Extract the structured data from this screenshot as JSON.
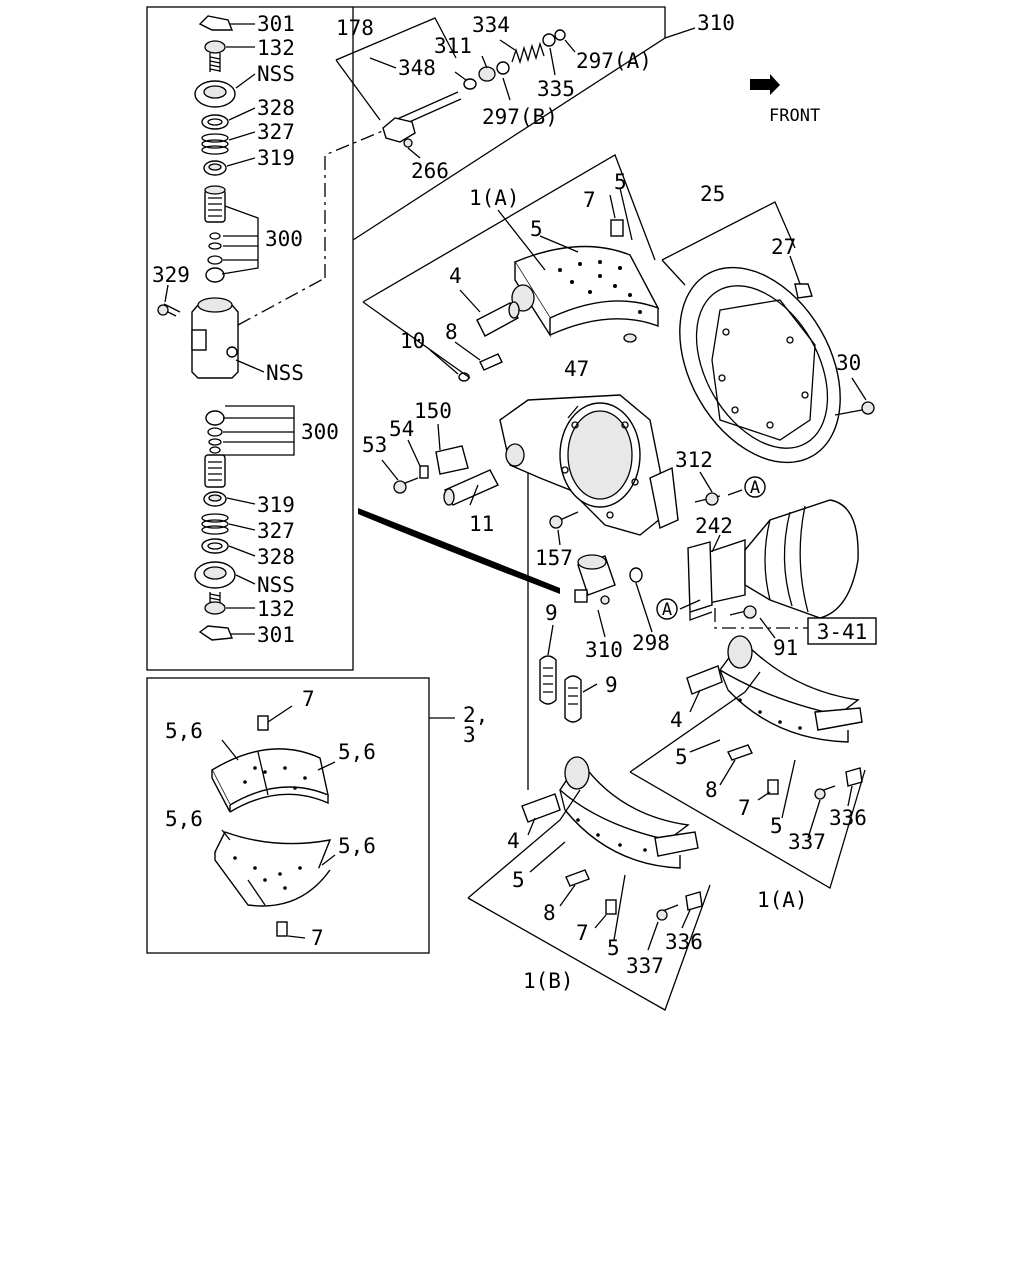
{
  "direction_label": "FRONT",
  "reference_box": "3-41",
  "labels": {
    "l301a": "301",
    "l132a": "132",
    "lnssa": "NSS",
    "l328a": "328",
    "l327a": "327",
    "l319a": "319",
    "l300a": "300",
    "l329": "329",
    "lnssb": "NSS",
    "l300b": "300",
    "l319b": "319",
    "l327b": "327",
    "l328b": "328",
    "lnssc": "NSS",
    "l132b": "132",
    "l301b": "301",
    "l178": "178",
    "l311": "311",
    "l334": "334",
    "l348": "348",
    "l297a": "297(A)",
    "l335": "335",
    "l297b": "297(B)",
    "l310top": "310",
    "l266": "266",
    "l1a_top": "1(A)",
    "l7_top": "7",
    "l5_top_r": "5",
    "l5_top_l": "5",
    "l4_top": "4",
    "l8_top": "8",
    "l10": "10",
    "l25": "25",
    "l27": "27",
    "l30": "30",
    "l47": "47",
    "l53": "53",
    "l54": "54",
    "l150": "150",
    "l11": "11",
    "l312": "312",
    "l242": "242",
    "l157": "157",
    "l310mid": "310",
    "l298": "298",
    "l91": "91",
    "l9a": "9",
    "l9b": "9",
    "l2": "2,",
    "l3": "3",
    "l7_inset_t": "7",
    "l56_a": "5,6",
    "l56_b": "5,6",
    "l56_c": "5,6",
    "l56_d": "5,6",
    "l7_inset_b": "7",
    "l4_r": "4",
    "l5_r": "5",
    "l8_r": "8",
    "l7_r": "7",
    "l5_r2": "5",
    "l337_r": "337",
    "l336_r": "336",
    "l1a_bot": "1(A)",
    "l4_b": "4",
    "l5_b": "5",
    "l8_b": "8",
    "l7_b": "7",
    "l5_b2": "5",
    "l337_b": "337",
    "l336_b": "336",
    "l1b": "1(B)"
  }
}
